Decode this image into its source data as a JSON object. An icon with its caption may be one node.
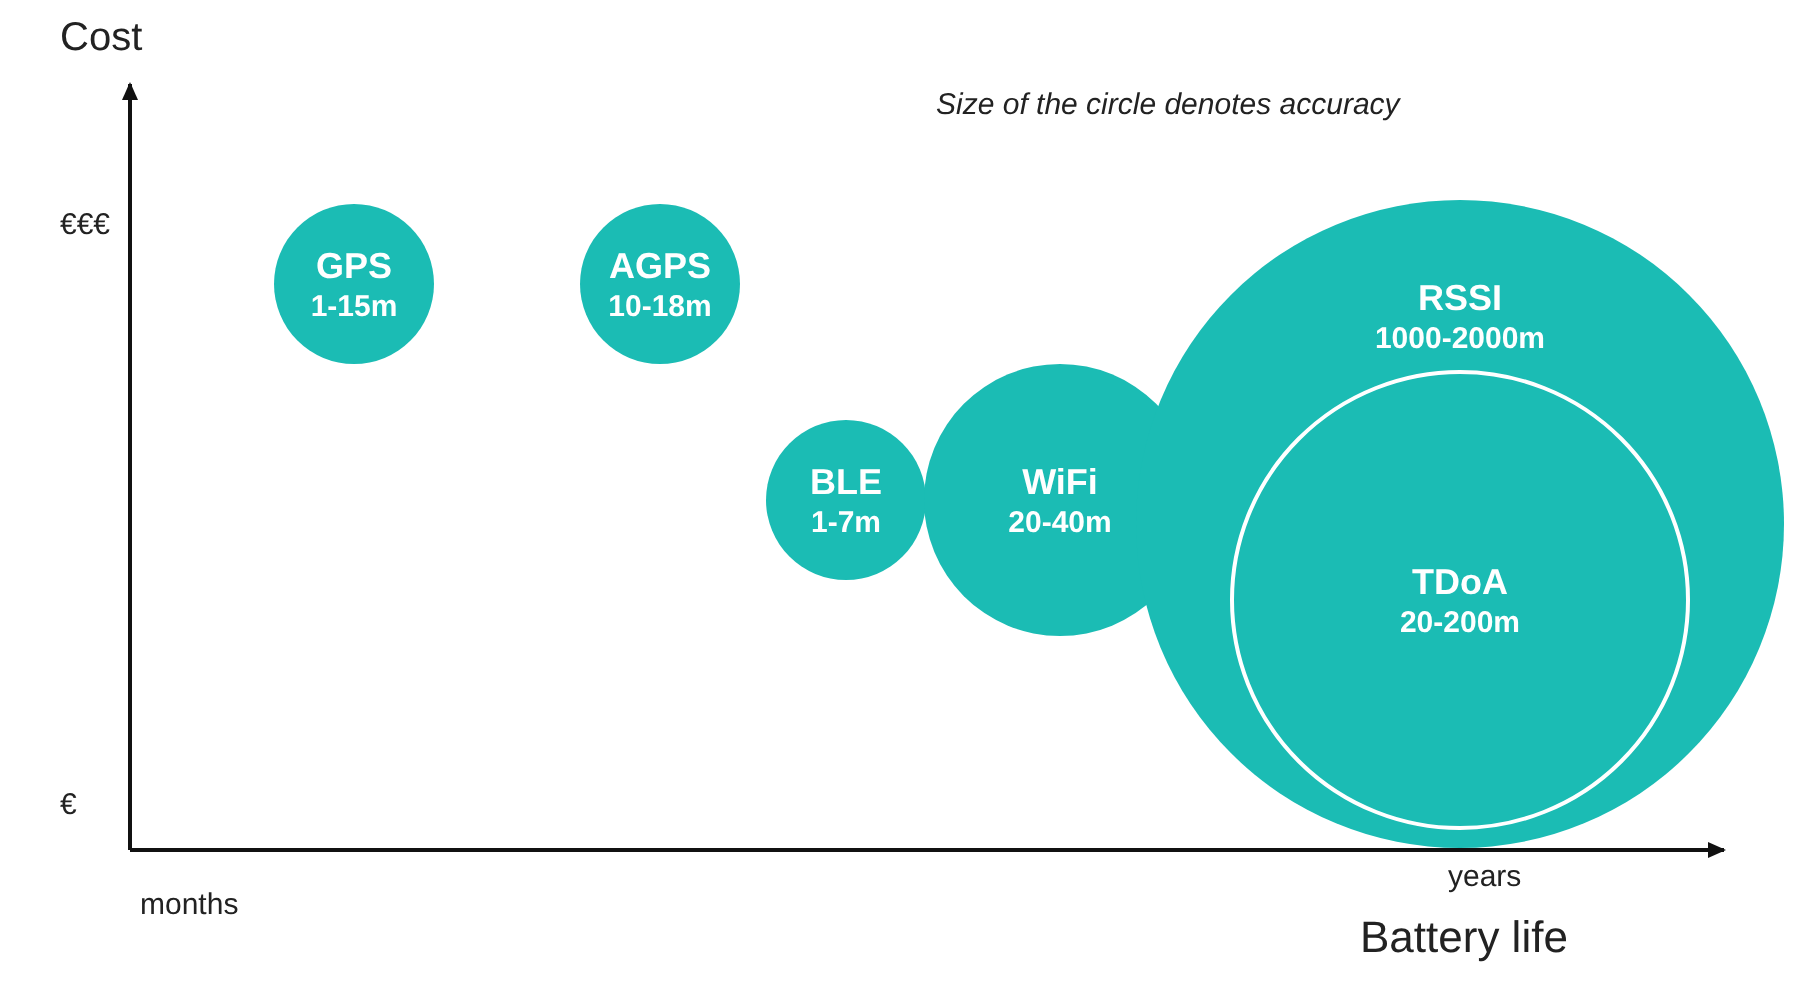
{
  "diagram": {
    "nodes": [
      {
        "text": [
          "GPS",
          "1-15m"
        ]
      },
      {
        "text": [
          "AGPS",
          "10-18m"
        ]
      },
      {
        "text": [
          "BLE",
          "1-7m"
        ]
      },
      {
        "text": [
          "WiFi",
          "20-40m"
        ]
      },
      {
        "text": [
          "RSSI",
          "1000-2000m"
        ]
      },
      {
        "text": [
          "TDoA",
          "20-200m"
        ],
        "in": 4
      }
    ],
    "edges": [],
    "labels": [
      "Cost",
      "Size of the circle denotes accuracy",
      "€€€",
      "€",
      "years",
      "months",
      "Battery life"
    ]
  }
}
